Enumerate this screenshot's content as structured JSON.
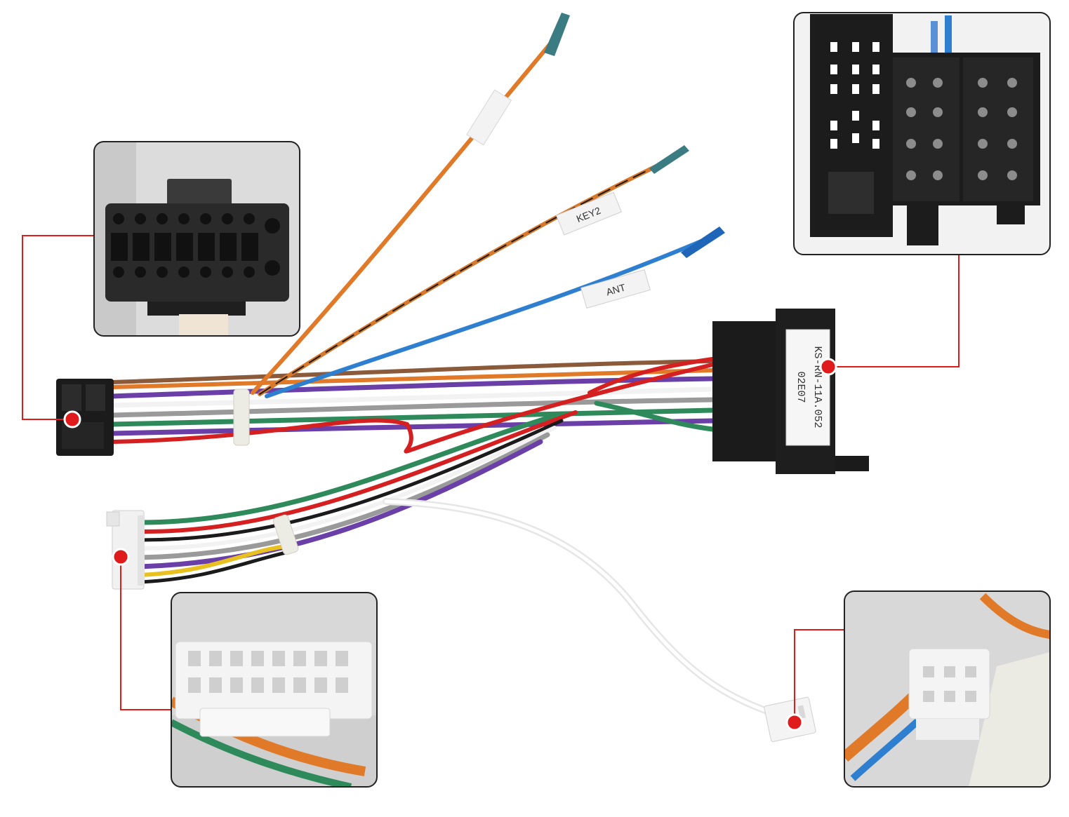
{
  "wire_labels": {
    "key2": "KEY2",
    "ant": "ANT"
  },
  "canbus_sticker": {
    "line1": "KS-RN-11A.052",
    "line2": "02E07"
  },
  "colors": {
    "callout": "#e01b1b",
    "frame": "#222222",
    "orange_wire": "#e07a28",
    "blue_wire": "#2f7fd0",
    "purple_wire": "#6a3fa8",
    "green_wire": "#2e8a5a",
    "red_wire": "#d42020",
    "grey_wire": "#9a9a9a",
    "connector_black": "#1b1b1b",
    "connector_white": "#f1f1f1"
  },
  "insets": [
    {
      "name": "radio-16-pin-connector",
      "position": "top-left"
    },
    {
      "name": "iso-car-connector",
      "position": "top-right"
    },
    {
      "name": "white-20-pin-connector",
      "position": "bottom-left"
    },
    {
      "name": "small-white-connector",
      "position": "bottom-right"
    }
  ]
}
